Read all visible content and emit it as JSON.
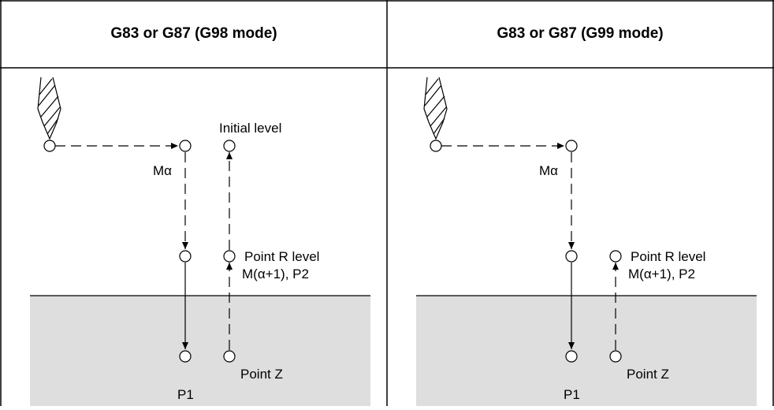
{
  "panels": [
    {
      "title": "G83 or G87 (G98 mode)",
      "labels": {
        "initial_level": "Initial level",
        "m_alpha": "Mα",
        "point_r_level": "Point R level",
        "m_alpha_plus_1": "M(α+1), P2",
        "point_z": "Point Z",
        "p1": "P1"
      },
      "returns_to": "initial level"
    },
    {
      "title": "G83 or G87 (G99 mode)",
      "labels": {
        "m_alpha": "Mα",
        "point_r_level": "Point R level",
        "m_alpha_plus_1": "M(α+1), P2",
        "point_z": "Point Z",
        "p1": "P1"
      },
      "returns_to": "point R level"
    }
  ],
  "colors": {
    "line": "#000000",
    "workpiece": "#dedede",
    "border": "#000000"
  },
  "icons": [
    "drill-bit-icon"
  ]
}
